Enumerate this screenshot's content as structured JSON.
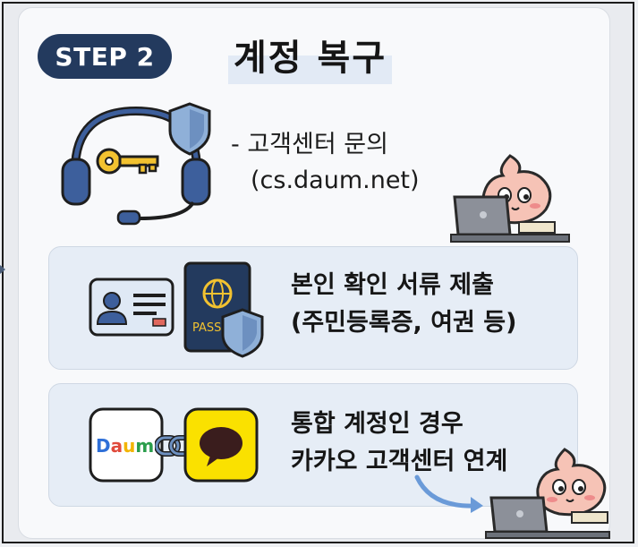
{
  "step_badge": "STEP 2",
  "title": "계정 복구",
  "support": {
    "line1": "- 고객센터 문의",
    "line2": "(cs.daum.net)"
  },
  "identity": {
    "line1": "본인 확인 서류 제출",
    "line2": "(주민등록증, 여권 등)",
    "passport_label": "PASS"
  },
  "integrated": {
    "line1": "통합 계정인 경우",
    "line2": "카카오 고객센터 연계",
    "daum_logo": "Daum"
  },
  "colors": {
    "navy": "#233a5e",
    "headset_blue": "#3d5f9c",
    "key_yellow": "#f2c230",
    "shield_blue": "#8fb0d8",
    "kakao_yellow": "#fae100",
    "mascot_peach": "#f6c3b6"
  },
  "icons": [
    "headset-icon",
    "key-icon",
    "shield-icon",
    "id-card-icon",
    "passport-icon",
    "daum-logo",
    "link-icon",
    "kakaotalk-icon",
    "mascot-illustration"
  ]
}
